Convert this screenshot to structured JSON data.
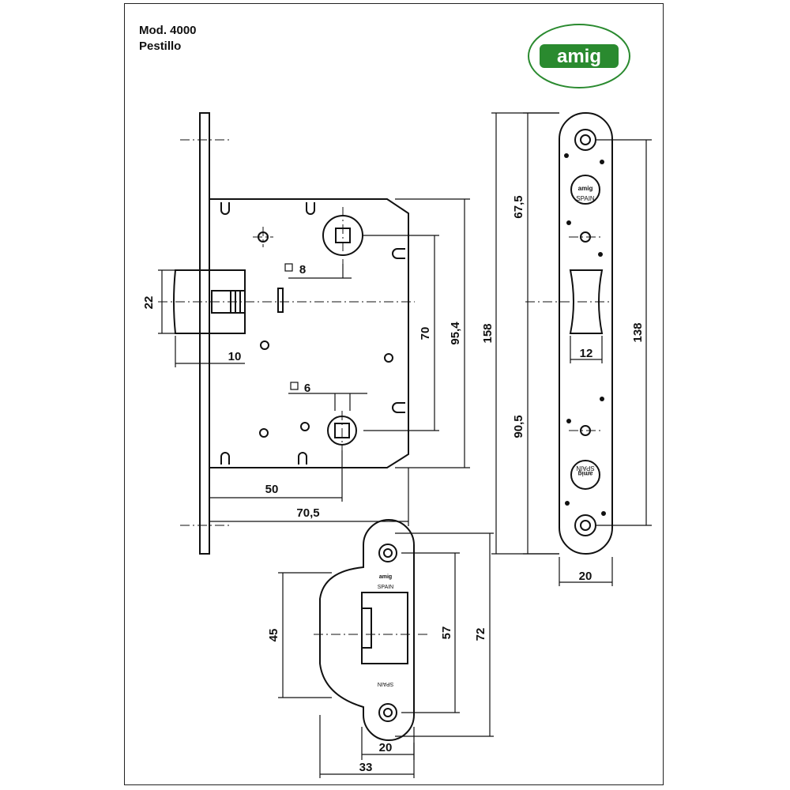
{
  "header": {
    "model": "Mod. 4000",
    "name": "Pestillo"
  },
  "logo": {
    "text": "amig",
    "color": "#2a8a2f",
    "ellipse_color": "#2a8a2f"
  },
  "plate_marks": {
    "brand": "amig",
    "origin": "SPAIN"
  },
  "dimensions": {
    "latch_height": "22",
    "latch_projection": "10",
    "spindle_square": "8",
    "cylinder_square": "6",
    "spindle_to_cylinder": "70",
    "fixing_hole_height": "95,4",
    "backset": "50",
    "case_depth": "70,5",
    "faceplate_height": "158",
    "top_to_latch": "67,5",
    "latch_to_bottom": "90,5",
    "faceplate_hole_spacing": "138",
    "latch_width": "12",
    "faceplate_width": "20",
    "strike_opening": "45",
    "strike_hole_spacing": "57",
    "strike_height": "72",
    "strike_width": "20",
    "strike_total_width": "33"
  },
  "colors": {
    "line": "#111111",
    "brand_green": "#2a8a2f"
  }
}
